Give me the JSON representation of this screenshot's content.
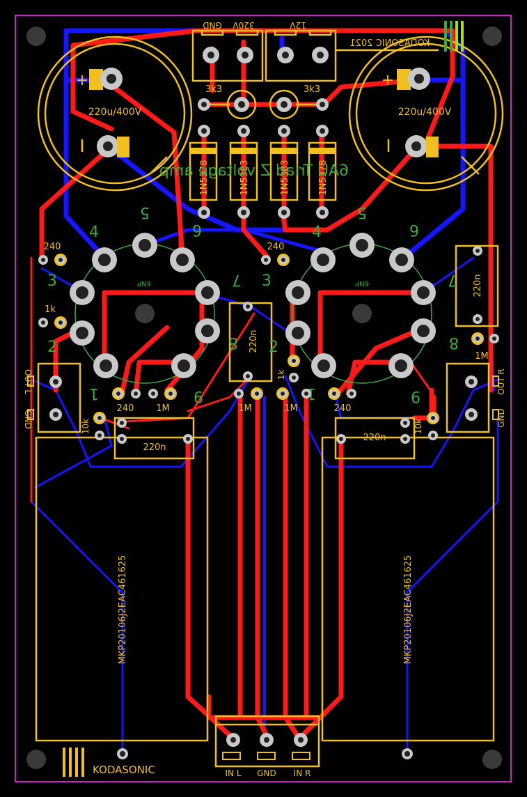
{
  "board": {
    "brand_top": "KODASONIC 2021",
    "brand_bottom": "KODASONIC",
    "title_mirrored": "6AU Triad Z voltage amp",
    "colors": {
      "outline": "#d020d0",
      "silk": "#f0c020",
      "top": "#ff1a1a",
      "bottom": "#1515ff",
      "doc": "#3fa83f",
      "pad": "#c8c8c8"
    }
  },
  "power": {
    "pin_gnd": "GND",
    "pin_320v": "320V",
    "pin_12v": "12V"
  },
  "caps": {
    "left": "220u/400V",
    "right": "220u/400V",
    "plus": "+",
    "minus": "−"
  },
  "resistors": {
    "r3k3_left": "3k3",
    "r3k3_right": "3k3",
    "r240_l1": "240",
    "r240_r1": "240",
    "r1k_l": "1k",
    "r1k_r": "1k",
    "r240_l2": "240",
    "r240_r2": "240",
    "r1m_l": "1M",
    "r1m_r": "1M",
    "r1m_c1": "1M",
    "r1m_c2": "1M",
    "r1m_far": "1M",
    "r10k_l": "10k",
    "r10k_r": "10k",
    "zener1": "1N5378",
    "zener2": "1N5383",
    "zener3": "1N5383",
    "zener4": "1N5378"
  },
  "film_caps": {
    "c220n_right": "220n",
    "c220n_center": "220n",
    "c220n_bl": "220n",
    "c220n_br": "220n",
    "mkp_left": "MKP20106J2EAC461625",
    "mkp_right": "MKP20106J2EAC461625"
  },
  "tube": {
    "label_left": "6NP",
    "label_right": "6NP",
    "p1": "1",
    "p2": "2",
    "p3": "3",
    "p4": "4",
    "p5": "5",
    "p6": "6",
    "p7": "7",
    "p8": "8",
    "p9": "9"
  },
  "connectors": {
    "out_l": "OUT L",
    "gnd_l": "GND",
    "out_r": "OUT R",
    "gnd_r": "GND",
    "in_l": "IN L",
    "gnd_in": "GND",
    "in_r": "IN R"
  }
}
